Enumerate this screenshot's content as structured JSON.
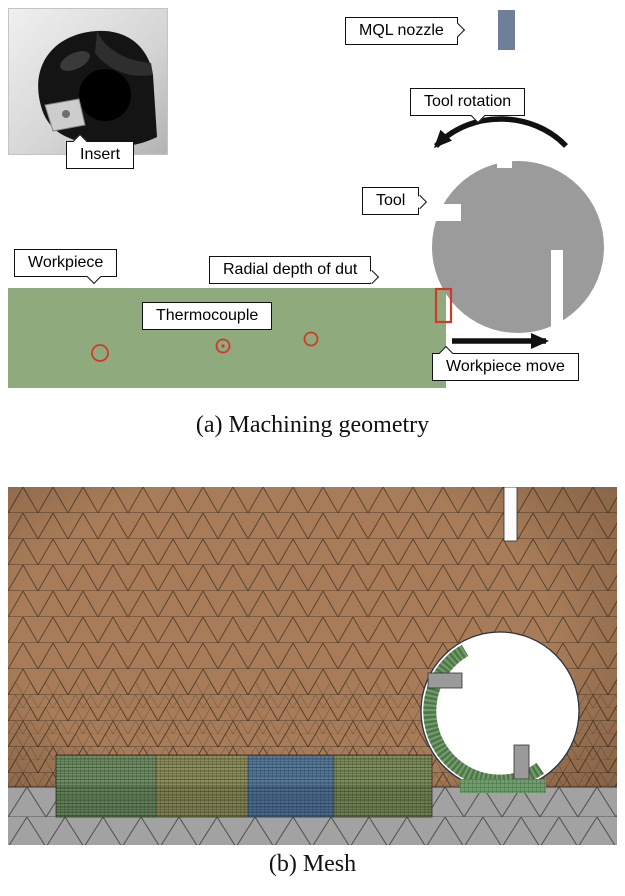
{
  "figure": {
    "panel_a": {
      "caption": "(a) Machining geometry",
      "labels": {
        "insert": "Insert",
        "mql_nozzle": "MQL nozzle",
        "tool_rotation": "Tool rotation",
        "tool": "Tool",
        "workpiece": "Workpiece",
        "radial_depth_of_cut": "Radial depth of dut",
        "thermocouple": "Thermocouple",
        "workpiece_move": "Workpiece move"
      }
    },
    "panel_b": {
      "caption": "(b) Mesh"
    },
    "colors": {
      "workpiece_green": "#8faa7d",
      "tool_gray": "#9b9b9b",
      "nozzle_blue_gray": "#6e8097",
      "marker_red": "#cf3a28",
      "mesh_brown": "#a87c58",
      "mesh_gray_band": "#a2a2a2"
    }
  }
}
